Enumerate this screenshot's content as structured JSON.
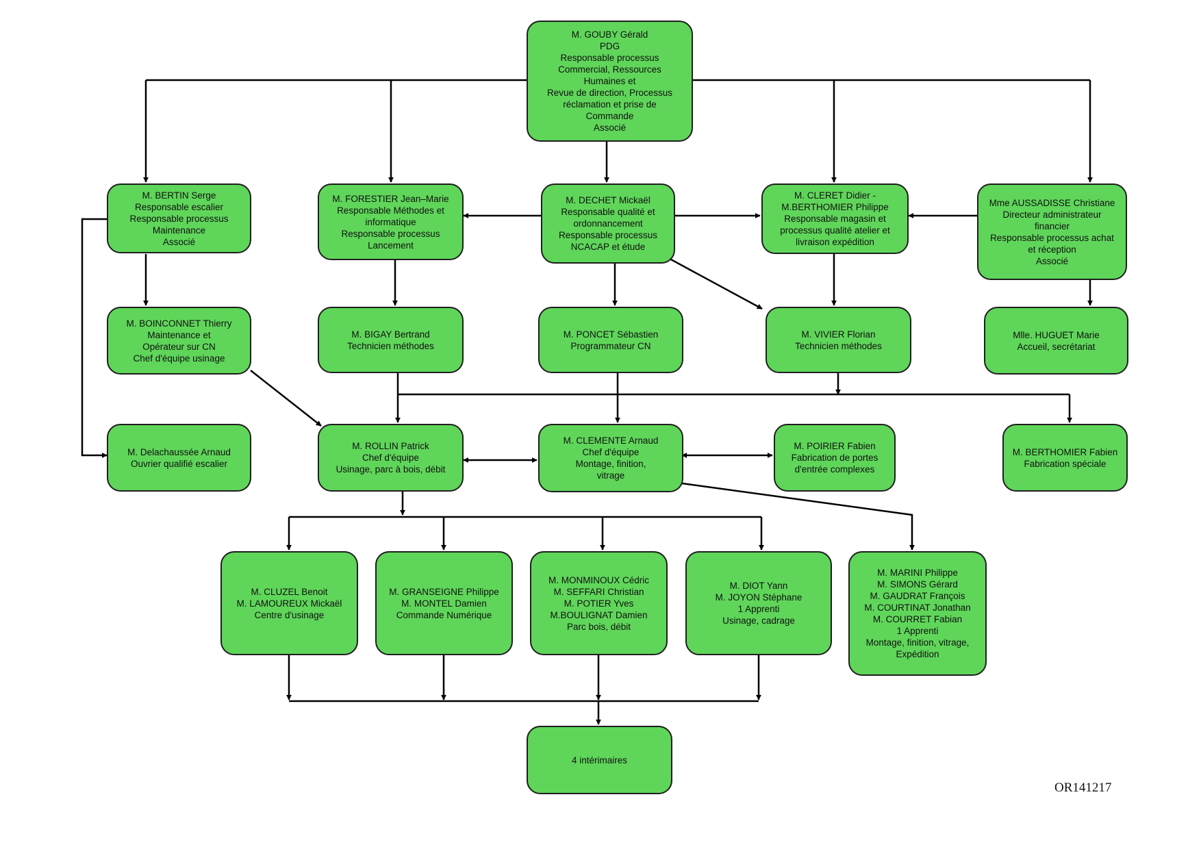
{
  "colors": {
    "node_fill": "#5fd65a",
    "node_border": "#1e1e1e",
    "connector": "#000000"
  },
  "nodes": {
    "gouby": [
      "M. GOUBY Gérald",
      "PDG",
      "Responsable processus",
      "Commercial, Ressources",
      "Humaines et",
      "Revue de direction, Processus",
      "réclamation et prise de",
      "Commande",
      "Associé"
    ],
    "bertin": [
      "M. BERTIN Serge",
      "Responsable escalier",
      "Responsable processus",
      "Maintenance",
      "Associé"
    ],
    "forestier": [
      "M. FORESTIER Jean–Marie",
      "Responsable Méthodes et",
      "informatique",
      "Responsable processus",
      "Lancement"
    ],
    "dechet": [
      "M. DECHET Mickaël",
      "Responsable qualité et",
      "ordonnancement",
      "Responsable processus",
      "NCACAP et étude"
    ],
    "cleret": [
      "M. CLERET Didier -",
      "M.BERTHOMIER Philippe",
      "Responsable magasin et",
      "processus qualité atelier et",
      "livraison expédition"
    ],
    "aussadisse": [
      "Mme AUSSADISSE Christiane",
      "Directeur administrateur",
      "financier",
      "Responsable processus achat",
      "et réception",
      "Associé"
    ],
    "boinconnet": [
      "M. BOINCONNET Thierry",
      "Maintenance et",
      "Opérateur sur CN",
      "Chef d'équipe usinage"
    ],
    "bigay": [
      "M. BIGAY Bertrand",
      "Technicien méthodes"
    ],
    "poncet": [
      "M. PONCET Sébastien",
      "Programmateur CN"
    ],
    "vivier": [
      "M. VIVIER Florian",
      "Technicien méthodes"
    ],
    "huguet": [
      "Mlle. HUGUET Marie",
      "Accueil, secrétariat"
    ],
    "delachaussee": [
      "M. Delachaussée Arnaud",
      "Ouvrier qualifié escalier"
    ],
    "rollin": [
      "M. ROLLIN Patrick",
      "Chef d'équipe",
      "Usinage, parc à bois, débit"
    ],
    "clemente": [
      "M. CLEMENTE Arnaud",
      "Chef d'équipe",
      "Montage, finition,",
      "vitrage"
    ],
    "poirier": [
      "M. POIRIER Fabien",
      "Fabrication de portes",
      "d'entrée complexes"
    ],
    "berthomier_f": [
      "M. BERTHOMIER Fabien",
      "Fabrication spéciale"
    ],
    "cluzel": [
      "M. CLUZEL Benoit",
      "M. LAMOUREUX Mickaël",
      "Centre d'usinage"
    ],
    "granseigne": [
      "M. GRANSEIGNE Philippe",
      "M. MONTEL Damien",
      "Commande Numérique"
    ],
    "monminoux": [
      "M. MONMINOUX Cédric",
      "M. SEFFARI Christian",
      "M. POTIER Yves",
      "M.BOULIGNAT Damien",
      "Parc bois, débit"
    ],
    "diot": [
      "M. DIOT Yann",
      "M. JOYON Stéphane",
      "1 Apprenti",
      "Usinage, cadrage"
    ],
    "marini": [
      "M. MARINI Philippe",
      "M. SIMONS Gérard",
      "M. GAUDRAT François",
      "M. COURTINAT Jonathan",
      "M. COURRET Fabian",
      "1 Apprenti",
      "Montage, finition, vitrage,",
      "Expédition"
    ],
    "interimaires": [
      "4 intérimaires"
    ]
  },
  "reference": "OR141217"
}
